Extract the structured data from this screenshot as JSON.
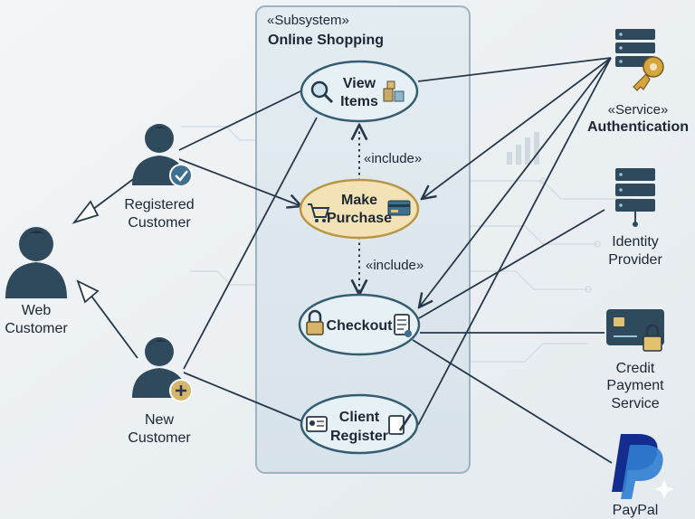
{
  "subsystem": {
    "stereotype": "«Subsystem»",
    "name": "Online Shopping"
  },
  "use_cases": {
    "view_items": [
      "View",
      "Items"
    ],
    "make_purchase": [
      "Make",
      "Purchase"
    ],
    "checkout": [
      "Checkout"
    ],
    "client_register": [
      "Client",
      "Register"
    ]
  },
  "relations": {
    "include_1": "«include»",
    "include_2": "«include»"
  },
  "actors": {
    "registered_customer": [
      "Registered",
      "Customer"
    ],
    "web_customer": [
      "Web",
      "Customer"
    ],
    "new_customer": [
      "New",
      "Customer"
    ]
  },
  "services": {
    "authentication": [
      "«Service»",
      "Authentication"
    ],
    "identity_provider": [
      "Identity",
      "Provider"
    ],
    "credit_payment": [
      "Credit",
      "Payment",
      "Service"
    ],
    "paypal": [
      "PayPal"
    ]
  },
  "colors": {
    "actor": "#2f4a5c",
    "ellipse_fill": "#e6f1f6",
    "ellipse_stroke": "#355d72",
    "highlight_fill": "#f3e2b5",
    "highlight_stroke": "#b89645",
    "paypal_dark": "#142c8e",
    "paypal_light": "#2f7dd1"
  }
}
